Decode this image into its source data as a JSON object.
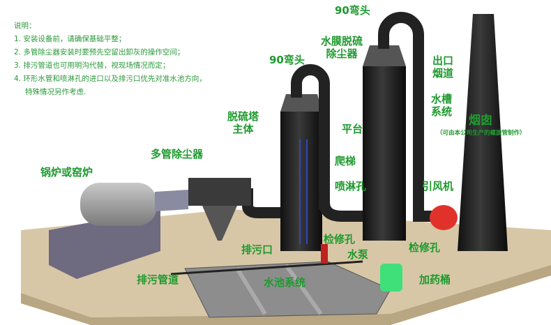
{
  "notes": {
    "title": "说明：",
    "items": [
      "1. 安装设备前，请确保基础平整；",
      "2. 多管除尘器安装时要预先空留出卸灰的操作空间；",
      "3. 排污管道也可用明沟代替，视现场情况而定；",
      "4. 环形水管和喷淋孔的进口以及排污口优先对准水池方向，",
      "特殊情况另作考虑."
    ]
  },
  "labels": {
    "elbow_right": "90弯头",
    "water_film_l1": "水膜脱硫",
    "water_film_l2": "除尘器",
    "elbow_left": "90弯头",
    "outlet_l1": "出口",
    "outlet_l2": "烟道",
    "tank_l1": "水槽",
    "tank_l2": "系统",
    "tower_l1": "脱硫塔",
    "tower_l2": "主体",
    "platform": "平台",
    "chimney": "烟囱",
    "chimney_note": "（可由本公司生产的螺旋管制作）",
    "multi_tube": "多管除尘器",
    "ladder": "爬梯",
    "boiler": "锅炉或窑炉",
    "spray_hole": "喷淋孔",
    "fan": "引风机",
    "manhole_left": "检修孔",
    "manhole_right": "检修孔",
    "drain_outlet": "排污口",
    "pump": "水泵",
    "drain_pipe": "排污管道",
    "pool": "水池系统",
    "dosing_tank": "加药桶"
  },
  "colors": {
    "label": "#1f9a2f",
    "ground": "#d8c7a6",
    "tower": "#1e1e1e",
    "fan": "#e0322b",
    "tank": "#3fe07a"
  }
}
